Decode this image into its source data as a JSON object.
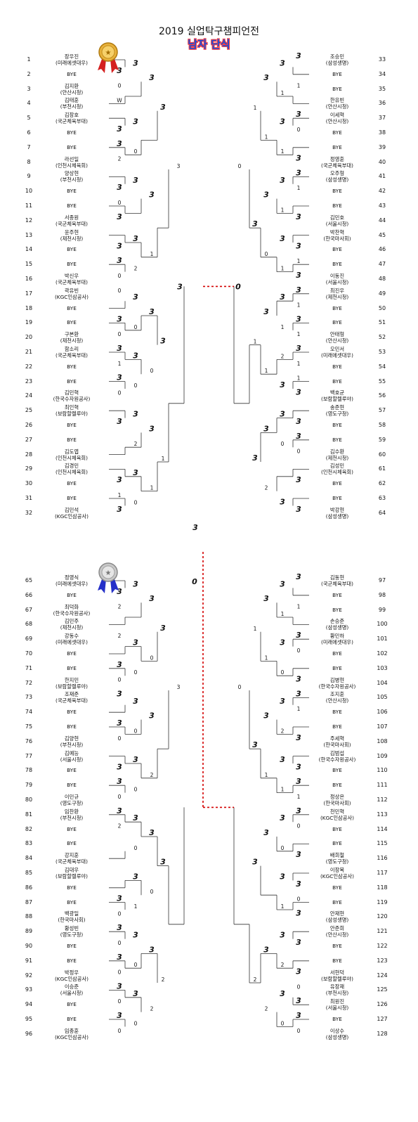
{
  "title": "2019 실업탁구챔피언전",
  "subtitle": "남자 단식",
  "colors": {
    "win": "#d40000",
    "glow": "#ff9a9a",
    "line": "#333333",
    "gold": "#e8b13a",
    "silver": "#c8c8c8",
    "ribbon_red": "#d42020",
    "ribbon_blue": "#2530c8"
  },
  "icons": {
    "gold": "gold-medal-icon",
    "silver": "silver-medal-icon"
  },
  "players": [
    {
      "seed": "1",
      "name": "장우진",
      "team": "(미래에셋대우)"
    },
    {
      "seed": "2",
      "name": "BYE",
      "team": ""
    },
    {
      "seed": "3",
      "name": "김지환",
      "team": "(안산시청)"
    },
    {
      "seed": "4",
      "name": "김태훈",
      "team": "(부천시청)"
    },
    {
      "seed": "5",
      "name": "김장호",
      "team": "(국군체육부대)"
    },
    {
      "seed": "6",
      "name": "BYE",
      "team": ""
    },
    {
      "seed": "7",
      "name": "BYE",
      "team": ""
    },
    {
      "seed": "8",
      "name": "라선일",
      "team": "(인천시체육회)"
    },
    {
      "seed": "9",
      "name": "양상현",
      "team": "(부천시청)"
    },
    {
      "seed": "10",
      "name": "BYE",
      "team": ""
    },
    {
      "seed": "11",
      "name": "BYE",
      "team": ""
    },
    {
      "seed": "12",
      "name": "서종원",
      "team": "(국군체육부대)"
    },
    {
      "seed": "13",
      "name": "윤주현",
      "team": "(제천시청)"
    },
    {
      "seed": "14",
      "name": "BYE",
      "team": ""
    },
    {
      "seed": "15",
      "name": "BYE",
      "team": ""
    },
    {
      "seed": "16",
      "name": "박신우",
      "team": "(국군체육부대)"
    },
    {
      "seed": "17",
      "name": "곽유빈",
      "team": "(KGC인삼공사)"
    },
    {
      "seed": "18",
      "name": "BYE",
      "team": ""
    },
    {
      "seed": "19",
      "name": "BYE",
      "team": ""
    },
    {
      "seed": "20",
      "name": "구본환",
      "team": "(제천시청)"
    },
    {
      "seed": "21",
      "name": "함소리",
      "team": "(국군체육부대)"
    },
    {
      "seed": "22",
      "name": "BYE",
      "team": ""
    },
    {
      "seed": "23",
      "name": "BYE",
      "team": ""
    },
    {
      "seed": "24",
      "name": "김민혁",
      "team": "(한국수자원공사)"
    },
    {
      "seed": "25",
      "name": "최인혁",
      "team": "(보람할렐루야)"
    },
    {
      "seed": "26",
      "name": "BYE",
      "team": ""
    },
    {
      "seed": "27",
      "name": "BYE",
      "team": ""
    },
    {
      "seed": "28",
      "name": "김도엽",
      "team": "(인천시체육회)"
    },
    {
      "seed": "29",
      "name": "김경민",
      "team": "(인천시체육회)"
    },
    {
      "seed": "30",
      "name": "BYE",
      "team": ""
    },
    {
      "seed": "31",
      "name": "BYE",
      "team": ""
    },
    {
      "seed": "32",
      "name": "김민석",
      "team": "(KGC인삼공사)"
    },
    {
      "seed": "33",
      "name": "조승민",
      "team": "(삼성생명)"
    },
    {
      "seed": "34",
      "name": "BYE",
      "team": ""
    },
    {
      "seed": "35",
      "name": "BYE",
      "team": ""
    },
    {
      "seed": "36",
      "name": "한유빈",
      "team": "(안산시청)"
    },
    {
      "seed": "37",
      "name": "이세혁",
      "team": "(안산시청)"
    },
    {
      "seed": "38",
      "name": "BYE",
      "team": ""
    },
    {
      "seed": "39",
      "name": "BYE",
      "team": ""
    },
    {
      "seed": "40",
      "name": "정영훈",
      "team": "(국군체육부대)"
    },
    {
      "seed": "41",
      "name": "오주형",
      "team": "(삼성생명)"
    },
    {
      "seed": "42",
      "name": "BYE",
      "team": ""
    },
    {
      "seed": "43",
      "name": "BYE",
      "team": ""
    },
    {
      "seed": "44",
      "name": "김민호",
      "team": "(서울시청)"
    },
    {
      "seed": "45",
      "name": "박찬혁",
      "team": "(한국마사회)"
    },
    {
      "seed": "46",
      "name": "BYE",
      "team": ""
    },
    {
      "seed": "47",
      "name": "BYE",
      "team": ""
    },
    {
      "seed": "48",
      "name": "이동진",
      "team": "(서울시청)"
    },
    {
      "seed": "49",
      "name": "최진우",
      "team": "(제천시청)"
    },
    {
      "seed": "50",
      "name": "BYE",
      "team": ""
    },
    {
      "seed": "51",
      "name": "BYE",
      "team": ""
    },
    {
      "seed": "52",
      "name": "안태형",
      "team": "(안산시청)"
    },
    {
      "seed": "53",
      "name": "오민서",
      "team": "(미래에셋대우)"
    },
    {
      "seed": "54",
      "name": "BYE",
      "team": ""
    },
    {
      "seed": "55",
      "name": "BYE",
      "team": ""
    },
    {
      "seed": "56",
      "name": "백호균",
      "team": "(보람할렐루야)"
    },
    {
      "seed": "57",
      "name": "송준현",
      "team": "(영도구청)"
    },
    {
      "seed": "58",
      "name": "BYE",
      "team": ""
    },
    {
      "seed": "59",
      "name": "BYE",
      "team": ""
    },
    {
      "seed": "60",
      "name": "김수환",
      "team": "(제천시청)"
    },
    {
      "seed": "61",
      "name": "김성민",
      "team": "(인천시체육회)"
    },
    {
      "seed": "62",
      "name": "BYE",
      "team": ""
    },
    {
      "seed": "63",
      "name": "BYE",
      "team": ""
    },
    {
      "seed": "64",
      "name": "박강현",
      "team": "(삼성생명)"
    },
    {
      "seed": "65",
      "name": "정영식",
      "team": "(미래에셋대우)"
    },
    {
      "seed": "66",
      "name": "BYE",
      "team": ""
    },
    {
      "seed": "67",
      "name": "최덕화",
      "team": "(한국수자원공사)"
    },
    {
      "seed": "68",
      "name": "김민주",
      "team": "(제천시청)"
    },
    {
      "seed": "69",
      "name": "강동수",
      "team": "(미래에셋대우)"
    },
    {
      "seed": "70",
      "name": "BYE",
      "team": ""
    },
    {
      "seed": "71",
      "name": "BYE",
      "team": ""
    },
    {
      "seed": "72",
      "name": "한지민",
      "team": "(보람할렐루야)"
    },
    {
      "seed": "73",
      "name": "조재준",
      "team": "(국군체육부대)"
    },
    {
      "seed": "74",
      "name": "BYE",
      "team": ""
    },
    {
      "seed": "75",
      "name": "BYE",
      "team": ""
    },
    {
      "seed": "76",
      "name": "김양현",
      "team": "(부천시청)"
    },
    {
      "seed": "77",
      "name": "김예능",
      "team": "(서울시청)"
    },
    {
      "seed": "78",
      "name": "BYE",
      "team": ""
    },
    {
      "seed": "79",
      "name": "BYE",
      "team": ""
    },
    {
      "seed": "80",
      "name": "이민규",
      "team": "(영도구청)"
    },
    {
      "seed": "81",
      "name": "임찬환",
      "team": "(부천시청)"
    },
    {
      "seed": "82",
      "name": "BYE",
      "team": ""
    },
    {
      "seed": "83",
      "name": "BYE",
      "team": ""
    },
    {
      "seed": "84",
      "name": "강지훈",
      "team": "(국군체육부대)"
    },
    {
      "seed": "85",
      "name": "김대우",
      "team": "(보람할렐루야)"
    },
    {
      "seed": "86",
      "name": "BYE",
      "team": ""
    },
    {
      "seed": "87",
      "name": "BYE",
      "team": ""
    },
    {
      "seed": "88",
      "name": "백광일",
      "team": "(한국마사회)"
    },
    {
      "seed": "89",
      "name": "황성빈",
      "team": "(영도구청)"
    },
    {
      "seed": "90",
      "name": "BYE",
      "team": ""
    },
    {
      "seed": "91",
      "name": "BYE",
      "team": ""
    },
    {
      "seed": "92",
      "name": "박정우",
      "team": "(KGC인삼공사)"
    },
    {
      "seed": "93",
      "name": "이승준",
      "team": "(서울시청)"
    },
    {
      "seed": "94",
      "name": "BYE",
      "team": ""
    },
    {
      "seed": "95",
      "name": "BYE",
      "team": ""
    },
    {
      "seed": "96",
      "name": "임종훈",
      "team": "(KGC인삼공사)"
    },
    {
      "seed": "97",
      "name": "김동현",
      "team": "(국군체육부대)"
    },
    {
      "seed": "98",
      "name": "BYE",
      "team": ""
    },
    {
      "seed": "99",
      "name": "BYE",
      "team": ""
    },
    {
      "seed": "100",
      "name": "손승준",
      "team": "(삼성생명)"
    },
    {
      "seed": "101",
      "name": "황민하",
      "team": "(미래에셋대우)"
    },
    {
      "seed": "102",
      "name": "BYE",
      "team": ""
    },
    {
      "seed": "103",
      "name": "BYE",
      "team": ""
    },
    {
      "seed": "104",
      "name": "김병현",
      "team": "(한국수자원공사)"
    },
    {
      "seed": "105",
      "name": "조지훈",
      "team": "(안산시청)"
    },
    {
      "seed": "106",
      "name": "BYE",
      "team": ""
    },
    {
      "seed": "107",
      "name": "BYE",
      "team": ""
    },
    {
      "seed": "108",
      "name": "주세혁",
      "team": "(한국마사회)"
    },
    {
      "seed": "109",
      "name": "김범섭",
      "team": "(한국수자원공사)"
    },
    {
      "seed": "110",
      "name": "BYE",
      "team": ""
    },
    {
      "seed": "111",
      "name": "BYE",
      "team": ""
    },
    {
      "seed": "112",
      "name": "정상은",
      "team": "(한국마사회)"
    },
    {
      "seed": "113",
      "name": "천민혁",
      "team": "(KGC인삼공사)"
    },
    {
      "seed": "114",
      "name": "BYE",
      "team": ""
    },
    {
      "seed": "115",
      "name": "BYE",
      "team": ""
    },
    {
      "seed": "116",
      "name": "배희철",
      "team": "(영도구청)"
    },
    {
      "seed": "117",
      "name": "이장목",
      "team": "(KGC인삼공사)"
    },
    {
      "seed": "118",
      "name": "BYE",
      "team": ""
    },
    {
      "seed": "119",
      "name": "BYE",
      "team": ""
    },
    {
      "seed": "120",
      "name": "안재현",
      "team": "(삼성생명)"
    },
    {
      "seed": "121",
      "name": "안준희",
      "team": "(안산시청)"
    },
    {
      "seed": "122",
      "name": "BYE",
      "team": ""
    },
    {
      "seed": "123",
      "name": "BYE",
      "team": ""
    },
    {
      "seed": "124",
      "name": "서현덕",
      "team": "(보람할렐루야)"
    },
    {
      "seed": "125",
      "name": "유장재",
      "team": "(부천시청)"
    },
    {
      "seed": "126",
      "name": "최원진",
      "team": "(서울시청)"
    },
    {
      "seed": "127",
      "name": "BYE",
      "team": ""
    },
    {
      "seed": "128",
      "name": "이상수",
      "team": "(삼성생명)"
    }
  ],
  "results": {
    "L1": [
      [
        1,
        "3",
        ""
      ],
      [
        0,
        "0",
        "W"
      ],
      [
        1,
        "3",
        ""
      ],
      [
        1,
        "2",
        "3"
      ],
      [
        1,
        "3",
        ""
      ],
      [
        1,
        "3",
        "0"
      ],
      [
        1,
        "3",
        ""
      ],
      [
        1,
        "0",
        "3"
      ],
      [
        0,
        "0",
        ""
      ],
      [
        1,
        "0",
        "3"
      ],
      [
        1,
        "1",
        "3"
      ],
      [
        1,
        "0",
        "3"
      ],
      [
        1,
        "3",
        ""
      ],
      [
        0,
        "",
        ""
      ],
      [
        1,
        "3",
        ""
      ],
      [
        1,
        "3",
        "1"
      ]
    ],
    "L2": [
      [
        0,
        "3",
        ""
      ],
      [
        0,
        "3",
        "0"
      ],
      [
        0,
        "3",
        ""
      ],
      [
        1,
        "2",
        "3"
      ],
      [
        0,
        "3",
        "0"
      ],
      [
        1,
        "0",
        "3"
      ],
      [
        0,
        "3",
        "2"
      ],
      [
        1,
        "0",
        "3"
      ]
    ],
    "L3": [
      [
        0,
        "3",
        ""
      ],
      [
        0,
        "3",
        "1"
      ],
      [
        1,
        "0",
        "3"
      ],
      [
        0,
        "3",
        "1"
      ]
    ],
    "L4": [
      [
        0,
        "3",
        ""
      ],
      [
        0,
        "3",
        "1"
      ]
    ],
    "L5": [
      [
        0,
        "3",
        ""
      ]
    ],
    "R1": [
      [
        0,
        "3",
        ""
      ],
      [
        0,
        "1",
        ""
      ],
      [
        1,
        "0",
        "3"
      ],
      [
        1,
        "3",
        ""
      ],
      [
        1,
        "1",
        "3"
      ],
      [
        1,
        "3",
        ""
      ],
      [
        1,
        "3",
        ""
      ],
      [
        1,
        "3",
        "1"
      ],
      [
        1,
        "1",
        "3"
      ],
      [
        1,
        "1",
        "3"
      ],
      [
        1,
        "1",
        "3"
      ],
      [
        1,
        "3",
        "1"
      ],
      [
        1,
        "3",
        ""
      ],
      [
        1,
        "0",
        "3"
      ],
      [
        1,
        "3",
        ""
      ],
      [
        1,
        "3",
        ""
      ]
    ],
    "R2": [
      [
        0,
        "3",
        "1"
      ],
      [
        0,
        "3",
        "1"
      ],
      [
        0,
        "3",
        "1"
      ],
      [
        0,
        "3",
        "1"
      ],
      [
        1,
        "1",
        "3"
      ],
      [
        1,
        "3",
        "2"
      ],
      [
        1,
        "0",
        "3"
      ],
      [
        1,
        "3",
        ""
      ]
    ],
    "R3": [
      [
        0,
        "3",
        "1"
      ],
      [
        0,
        "3",
        "0"
      ],
      [
        0,
        "3",
        "1"
      ],
      [
        1,
        "2",
        "3"
      ]
    ],
    "R4": [
      [
        0,
        "1",
        "3"
      ],
      [
        1,
        "3",
        "1"
      ]
    ],
    "R5": [
      [
        0,
        "0",
        ""
      ]
    ],
    "BL1": [
      [
        1,
        "3",
        ""
      ],
      [
        0,
        "2",
        ""
      ],
      [
        0,
        "2",
        ""
      ],
      [
        1,
        "0",
        "3"
      ],
      [
        0,
        "3",
        ""
      ],
      [
        1,
        "0",
        "3"
      ],
      [
        1,
        "3",
        ""
      ],
      [
        1,
        "0",
        "3"
      ],
      [
        1,
        "2",
        "3"
      ],
      [
        0,
        "",
        ""
      ],
      [
        0,
        "",
        ""
      ],
      [
        1,
        "0",
        "3"
      ],
      [
        1,
        "0",
        "3"
      ],
      [
        1,
        "0",
        "3"
      ],
      [
        1,
        "0",
        "3"
      ],
      [
        1,
        "0",
        "3"
      ]
    ],
    "BL2": [
      [
        0,
        "3",
        ""
      ],
      [
        1,
        "0",
        "3"
      ],
      [
        0,
        "3",
        "0"
      ],
      [
        1,
        "0",
        "3"
      ],
      [
        1,
        "0",
        "3"
      ],
      [
        1,
        "1",
        "3"
      ],
      [
        0,
        "3",
        "0"
      ],
      [
        1,
        "0",
        "3"
      ]
    ],
    "BL3": [
      [
        0,
        "3",
        "0"
      ],
      [
        0,
        "3",
        "2"
      ],
      [
        1,
        "0",
        "3"
      ],
      [
        1,
        "2",
        "3"
      ]
    ],
    "BL4": [
      [
        0,
        "3",
        ""
      ],
      [
        1,
        "2",
        "3"
      ]
    ],
    "BL5": [
      [
        0,
        "3",
        ""
      ]
    ],
    "BR1": [
      [
        0,
        "3",
        ""
      ],
      [
        0,
        "1",
        ""
      ],
      [
        1,
        "0",
        "3"
      ],
      [
        1,
        "3",
        ""
      ],
      [
        1,
        "1",
        "3"
      ],
      [
        1,
        "3",
        ""
      ],
      [
        1,
        "3",
        ""
      ],
      [
        1,
        "1",
        "3"
      ],
      [
        1,
        "0",
        "3"
      ],
      [
        1,
        "3",
        ""
      ],
      [
        1,
        "3",
        ""
      ],
      [
        1,
        "3",
        "0"
      ],
      [
        1,
        "3",
        ""
      ],
      [
        1,
        "3",
        ""
      ],
      [
        0,
        "0",
        "3"
      ],
      [
        1,
        "0",
        "3"
      ]
    ],
    "BR2": [
      [
        0,
        "3",
        "1"
      ],
      [
        0,
        "3",
        "0"
      ],
      [
        0,
        "3",
        "2"
      ],
      [
        0,
        "3",
        "1"
      ],
      [
        0,
        "3",
        "0"
      ],
      [
        0,
        "3",
        "1"
      ],
      [
        0,
        "3",
        "2"
      ],
      [
        0,
        "3",
        "0"
      ]
    ],
    "BR3": [
      [
        0,
        "3",
        "1"
      ],
      [
        0,
        "3",
        "1"
      ],
      [
        0,
        "3",
        ""
      ],
      [
        1,
        "2",
        "3"
      ]
    ],
    "BR4": [
      [
        0,
        "1",
        "3"
      ],
      [
        0,
        "3",
        "2"
      ]
    ],
    "BR5": [
      [
        0,
        "0",
        ""
      ]
    ],
    "semi_top": "3",
    "semi_bottom": "0",
    "final_top": "3",
    "final_bottom": "0"
  }
}
